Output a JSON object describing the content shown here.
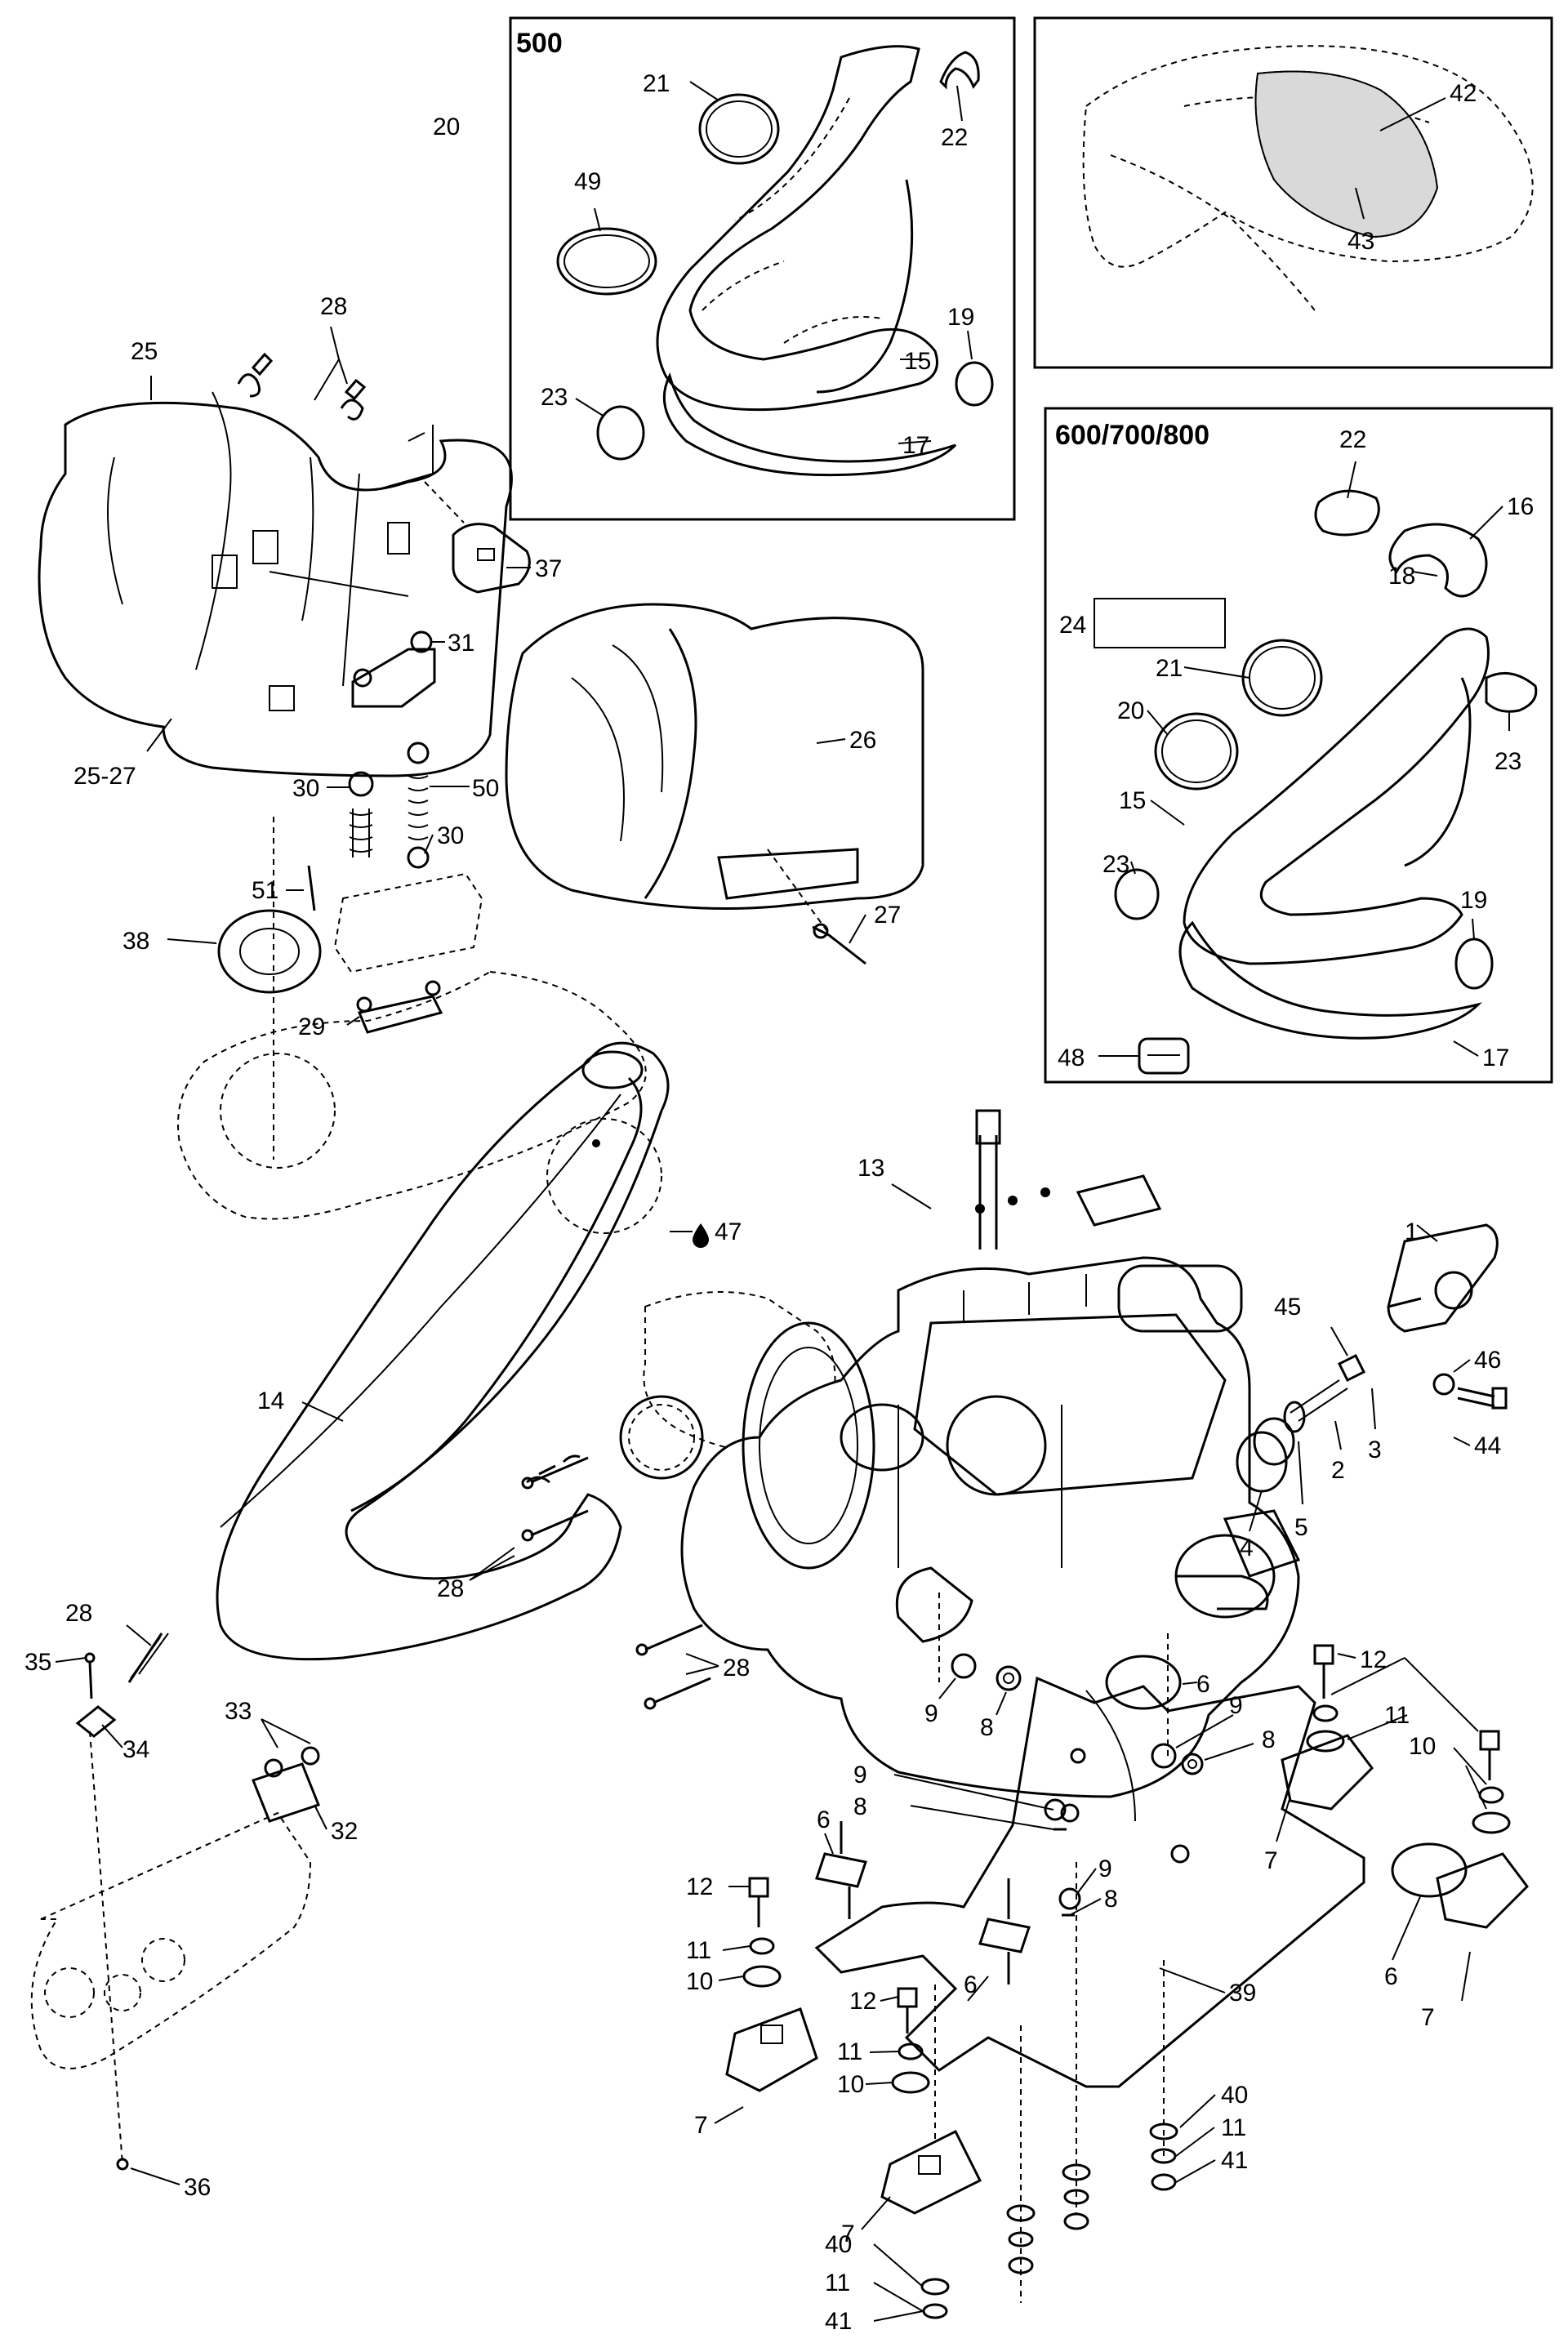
{
  "diagram": {
    "inset_500_title": "500",
    "inset_600_title": "600/700/800",
    "labels": {
      "l20_top": "20",
      "l21_500": "21",
      "l22_500": "22",
      "l49": "49",
      "l19_500": "19",
      "l15_500": "15",
      "l23_500": "23",
      "l17_500": "17",
      "l42": "42",
      "l43": "43",
      "l22_600": "22",
      "l16": "16",
      "l18": "18",
      "l24": "24",
      "l21_600": "21",
      "l20_600": "20",
      "l23_600a": "23",
      "l15_600": "15",
      "l23_600b": "23",
      "l19_600": "19",
      "l48": "48",
      "l17_600": "17",
      "l28_top": "28",
      "l25": "25",
      "l37": "37",
      "l31": "31",
      "l25_27": "25-27",
      "l30a": "30",
      "l50": "50",
      "l30b": "30",
      "l51": "51",
      "l38": "38",
      "l29": "29",
      "l26": "26",
      "l27": "27",
      "l13": "13",
      "l47": "47",
      "l1": "1",
      "l45": "45",
      "l46": "46",
      "l44": "44",
      "l3": "3",
      "l2": "2",
      "l5": "5",
      "l4": "4",
      "l14": "14",
      "l28_mid": "28",
      "l28_right": "28",
      "l28_left": "28",
      "l35": "35",
      "l34": "34",
      "l33": "33",
      "l32": "32",
      "l36": "36",
      "l9a": "9",
      "l8a": "8",
      "l6a": "6",
      "l9b": "9",
      "l8b": "8",
      "l12a": "12",
      "l11a": "11",
      "l10a": "10",
      "l9c": "9",
      "l8c": "8",
      "l9d": "9",
      "l8d": "8",
      "l7a": "7",
      "l6b": "6",
      "l7b": "7",
      "l39": "39",
      "l12b": "12",
      "l11b": "11",
      "l10b": "10",
      "l6c": "6",
      "l12c": "12",
      "l11c": "11",
      "l10c": "10",
      "l6d": "6",
      "l7c": "7",
      "l7d": "7",
      "l40a": "40",
      "l11d": "11",
      "l41a": "41",
      "l40b": "40",
      "l11e": "11",
      "l41b": "41"
    }
  }
}
